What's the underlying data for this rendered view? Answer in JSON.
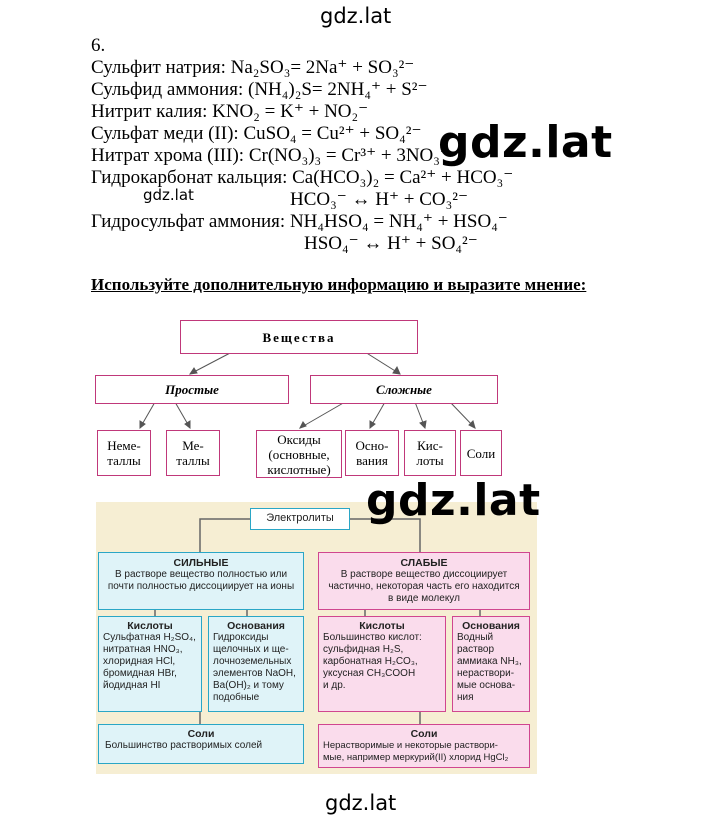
{
  "watermarks": {
    "top": "gdz.lat",
    "big1": "gdz.lat",
    "small_left": "gdz.lat",
    "big2": "gdz.lat",
    "bottom": "gdz.lat"
  },
  "task_number": "6.",
  "equations": [
    {
      "label": "Сульфит натрия:",
      "formula": "Na₂SO₃= 2Na⁺ + SO₃²⁻"
    },
    {
      "label": "Сульфид аммония:",
      "formula": "(NH₄)₂S= 2NH₄⁺ + S²⁻"
    },
    {
      "label": "Нитрит калия:",
      "formula": "KNO₂ = K⁺ + NO₂⁻"
    },
    {
      "label": "Сульфат меди (II):",
      "formula": "CuSO₄ = Cu²⁺ + SO₄²⁻"
    },
    {
      "label": "Нитрат хрома (III):",
      "formula": "Cr(NO₃)₃ = Cr³⁺ + 3NO₃⁻"
    },
    {
      "label": "Гидрокарбонат кальция:",
      "formula": "Ca(HCO₃)₂ = Ca²⁺ + HCO₃⁻"
    },
    {
      "label": "",
      "formula": "HCO₃⁻ ↔ H⁺ + CO₃²⁻"
    },
    {
      "label": "Гидросульфат аммония:",
      "formula": "NH₄HSO₄ = NH₄⁺ + HSO₄⁻"
    },
    {
      "label": "",
      "formula": "HSO₄⁻ ↔ H⁺ + SO₄²⁻"
    }
  ],
  "heading": "Используйте дополнительную информацию и выразите мнение:",
  "diagram1": {
    "root": "Вещества",
    "simple": "Простые",
    "complex": "Сложные",
    "nonmetals": "Неме-\nталлы",
    "metals": "Ме-\nталлы",
    "oxides": "Оксиды\n(основные,\nкислотные)",
    "bases": "Осно-\nвания",
    "acids": "Кис-\nлоты",
    "salts": "Соли"
  },
  "diagram2": {
    "root": "Электролиты",
    "strong": {
      "title": "СИЛЬНЫЕ",
      "desc": "В растворе вещество полностью или почти полностью диссоциирует на ионы"
    },
    "weak": {
      "title": "СЛАБЫЕ",
      "desc": "В растворе вещество диссоциирует частично, некоторая часть его находится в виде молекул"
    },
    "strong_acids": {
      "title": "Кислоты",
      "lines": [
        "Сульфатная H₂SO₄,",
        "нитратная HNO₃,",
        "хлоридная HCl,",
        "бромидная HBr,",
        "йодидная HI"
      ]
    },
    "strong_bases": {
      "title": "Основания",
      "lines": [
        "Гидроксиды",
        "щелочных и ще-",
        "лочноземельных",
        "элементов NaOH,",
        "Ba(OH)₂ и тому",
        "подобные"
      ]
    },
    "weak_acids": {
      "title": "Кислоты",
      "lines": [
        "Большинство кислот:",
        "сульфидная H₂S,",
        "карбонатная H₂CO₃,",
        "уксусная CH₃COOH",
        "и др."
      ]
    },
    "weak_bases": {
      "title": "Основания",
      "lines": [
        "Водный",
        "раствор",
        "аммиака NH₃,",
        "нераствори-",
        "мые основа-",
        "ния"
      ]
    },
    "strong_salts": {
      "title": "Соли",
      "text": "Большинство растворимых солей"
    },
    "weak_salts": {
      "title": "Соли",
      "lines": [
        "Нерастворимые и некоторые раствори-",
        "мые, например меркурий(II) хлорид HgCl₂"
      ]
    }
  }
}
